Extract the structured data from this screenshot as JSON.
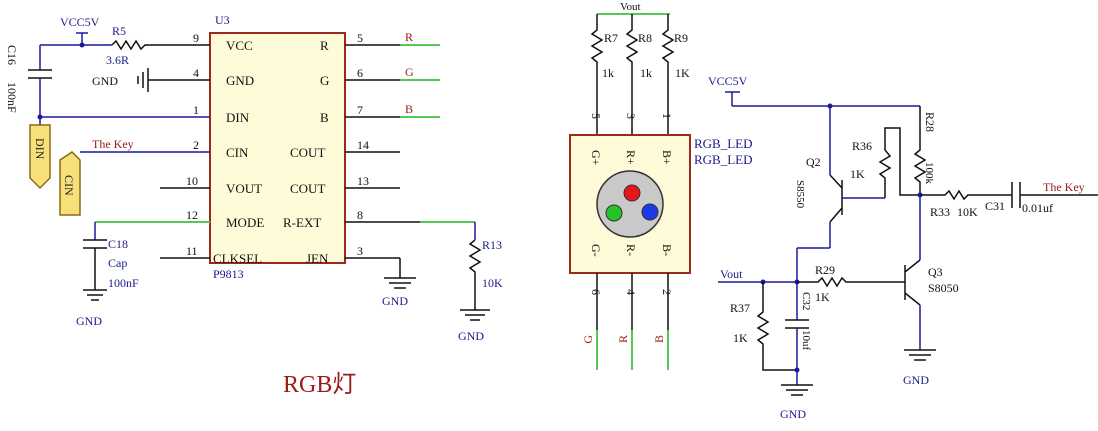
{
  "title": "RGB灯",
  "power": {
    "vcc": "VCC5V",
    "gnd": "GND",
    "vout": "Vout"
  },
  "u3": {
    "ref": "U3",
    "part": "P9813",
    "left_pins": [
      {
        "num": "9",
        "name": "VCC"
      },
      {
        "num": "4",
        "name": "GND"
      },
      {
        "num": "1",
        "name": "DIN"
      },
      {
        "num": "2",
        "name": "CIN"
      },
      {
        "num": "10",
        "name": "VOUT"
      },
      {
        "num": "12",
        "name": "MODE"
      },
      {
        "num": "11",
        "name": "CLKSEL"
      }
    ],
    "right_pins": [
      {
        "num": "5",
        "name": "R"
      },
      {
        "num": "6",
        "name": "G"
      },
      {
        "num": "7",
        "name": "B"
      },
      {
        "num": "14",
        "name": "COUT"
      },
      {
        "num": "13",
        "name": "COUT"
      },
      {
        "num": "8",
        "name": "R-EXT"
      },
      {
        "num": "3",
        "name": "JEN"
      }
    ]
  },
  "nets": {
    "r": "R",
    "g": "G",
    "b": "B",
    "din": "DIN",
    "cin": "CIN",
    "the_key": "The Key"
  },
  "parts": {
    "r5": {
      "ref": "R5",
      "value": "3.6R"
    },
    "c16": {
      "ref": "C16",
      "value": "100nF"
    },
    "c18": {
      "ref": "C18",
      "type": "Cap",
      "value": "100nF"
    },
    "r13": {
      "ref": "R13",
      "value": "10K"
    },
    "r7": {
      "ref": "R7",
      "value": "1k"
    },
    "r8": {
      "ref": "R8",
      "value": "1k"
    },
    "r9": {
      "ref": "R9",
      "value": "1K"
    },
    "r36": {
      "ref": "R36",
      "value": "1K"
    },
    "r28": {
      "ref": "R28",
      "value": "100k"
    },
    "r33": {
      "ref": "R33",
      "value": "10K"
    },
    "r29": {
      "ref": "R29",
      "value": "1K"
    },
    "r37": {
      "ref": "R37",
      "value": "1K"
    },
    "c31": {
      "ref": "C31",
      "value": "0.01uf"
    },
    "c32": {
      "ref": "C32",
      "value": "10uf"
    },
    "q2": {
      "ref": "Q2",
      "part": "S8550"
    },
    "q3": {
      "ref": "Q3",
      "part": "S8050"
    }
  },
  "led": {
    "ref1": "RGB_LED",
    "ref2": "RGB_LED",
    "top_pins": [
      {
        "num": "5",
        "name": "G+"
      },
      {
        "num": "3",
        "name": "R+"
      },
      {
        "num": "1",
        "name": "B+"
      }
    ],
    "bottom_pins": [
      {
        "num": "6",
        "name": "G-"
      },
      {
        "num": "4",
        "name": "R-"
      },
      {
        "num": "2",
        "name": "B-"
      }
    ],
    "colors": {
      "red": "#e8141a",
      "green": "#22c42a",
      "blue": "#1a3ae8",
      "disc": "#c9c9c9",
      "body": "#fffbd9",
      "border": "#9b2a1a"
    },
    "net_labels": [
      "G",
      "R",
      "B"
    ]
  }
}
